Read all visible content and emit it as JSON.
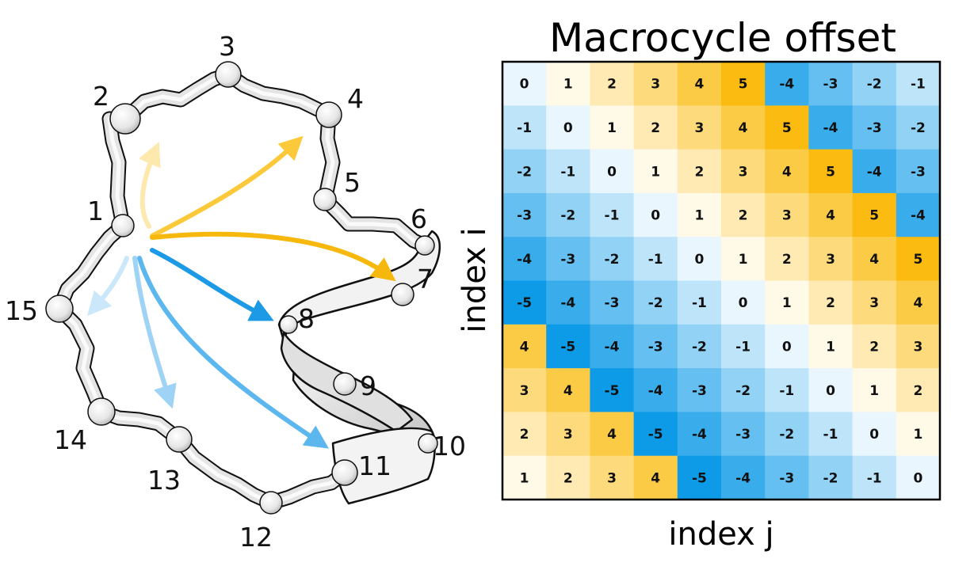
{
  "diagram": {
    "residue_labels": [
      "1",
      "2",
      "3",
      "4",
      "5",
      "6",
      "7",
      "8",
      "9",
      "10",
      "11",
      "12",
      "13",
      "14",
      "15"
    ]
  },
  "heatmap": {
    "title": "Macrocycle offset",
    "ylabel": "index i",
    "xlabel": "index j"
  },
  "chart_data": {
    "type": "heatmap",
    "title": "Macrocycle offset",
    "xlabel": "index j",
    "ylabel": "index i",
    "colors": {
      "negative": "#0d9be8",
      "zero": "#eaf6fd",
      "positive": "#fbbb10",
      "border": "#000000"
    },
    "values": [
      [
        0,
        1,
        2,
        3,
        4,
        5,
        -4,
        -3,
        -2,
        -1
      ],
      [
        -1,
        0,
        1,
        2,
        3,
        4,
        5,
        -4,
        -3,
        -2
      ],
      [
        -2,
        -1,
        0,
        1,
        2,
        3,
        4,
        5,
        -4,
        -3
      ],
      [
        -3,
        -2,
        -1,
        0,
        1,
        2,
        3,
        4,
        5,
        -4
      ],
      [
        -4,
        -3,
        -2,
        -1,
        0,
        1,
        2,
        3,
        4,
        5
      ],
      [
        -5,
        -4,
        -3,
        -2,
        -1,
        0,
        1,
        2,
        3,
        4
      ],
      [
        4,
        -5,
        -4,
        -3,
        -2,
        -1,
        0,
        1,
        2,
        3
      ],
      [
        3,
        4,
        -5,
        -4,
        -3,
        -2,
        -1,
        0,
        1,
        2
      ],
      [
        2,
        3,
        4,
        -5,
        -4,
        -3,
        -2,
        -1,
        0,
        1
      ],
      [
        1,
        2,
        3,
        4,
        -5,
        -4,
        -3,
        -2,
        -1,
        0
      ]
    ]
  }
}
